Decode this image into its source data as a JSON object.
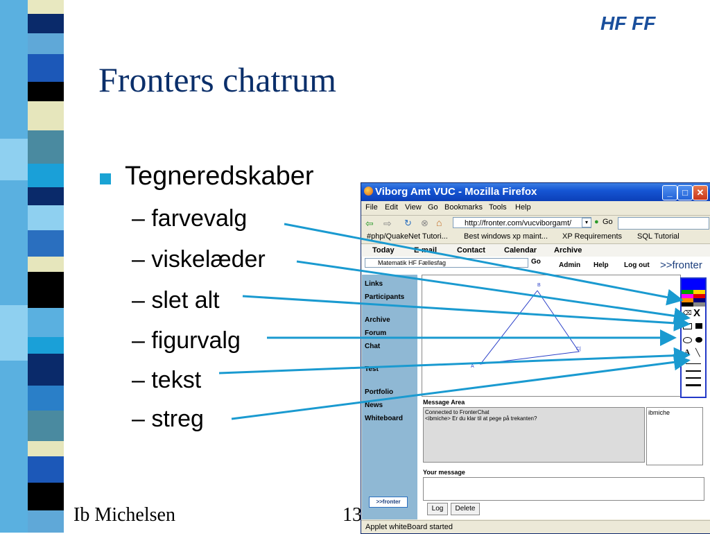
{
  "slide": {
    "brand": "HF FF",
    "title": "Fronters chatrum",
    "bullet": "Tegneredskaber",
    "subitems": [
      "– farvevalg",
      "– viskelæder",
      "– slet alt",
      "– figurvalg",
      "– tekst",
      "– streg"
    ],
    "footer_author": "Ib Michelsen",
    "page_number": "13"
  },
  "browser": {
    "window_title": "Viborg Amt VUC - Mozilla Firefox",
    "menu": [
      "File",
      "Edit",
      "View",
      "Go",
      "Bookmarks",
      "Tools",
      "Help"
    ],
    "url": "http://fronter.com/vucviborgamt/",
    "go_label": "Go",
    "bookmarks": [
      "#php/QuakeNet Tutori...",
      "Best windows xp maint...",
      "XP Requirements",
      "SQL Tutorial"
    ],
    "fronter_bar": [
      "Today",
      "E-mail",
      "Contact",
      "Calendar",
      "Archive"
    ],
    "status": "Applet whiteBoard started"
  },
  "fronter": {
    "course": "Matematik HF Fællesfag",
    "go": "Go",
    "topnav": [
      "Admin",
      "Help",
      "Log out"
    ],
    "logo": ">>fronter",
    "leftnav": [
      "Links",
      "Participants",
      "Archive",
      "Forum",
      "Chat",
      "Test",
      "Portfolio",
      "News",
      "Whiteboard"
    ],
    "badge": ">>fronter",
    "whiteboard_labels": [
      "B",
      "A",
      "C|"
    ],
    "message_area_label": "Message Area",
    "messages": [
      "Connected to FronterChat",
      "<ibmiche> Er du klar til at pege på trekanten?"
    ],
    "users": [
      "ibmiche"
    ],
    "your_message_label": "Your message",
    "log_button": "Log",
    "delete_button": "Delete"
  }
}
